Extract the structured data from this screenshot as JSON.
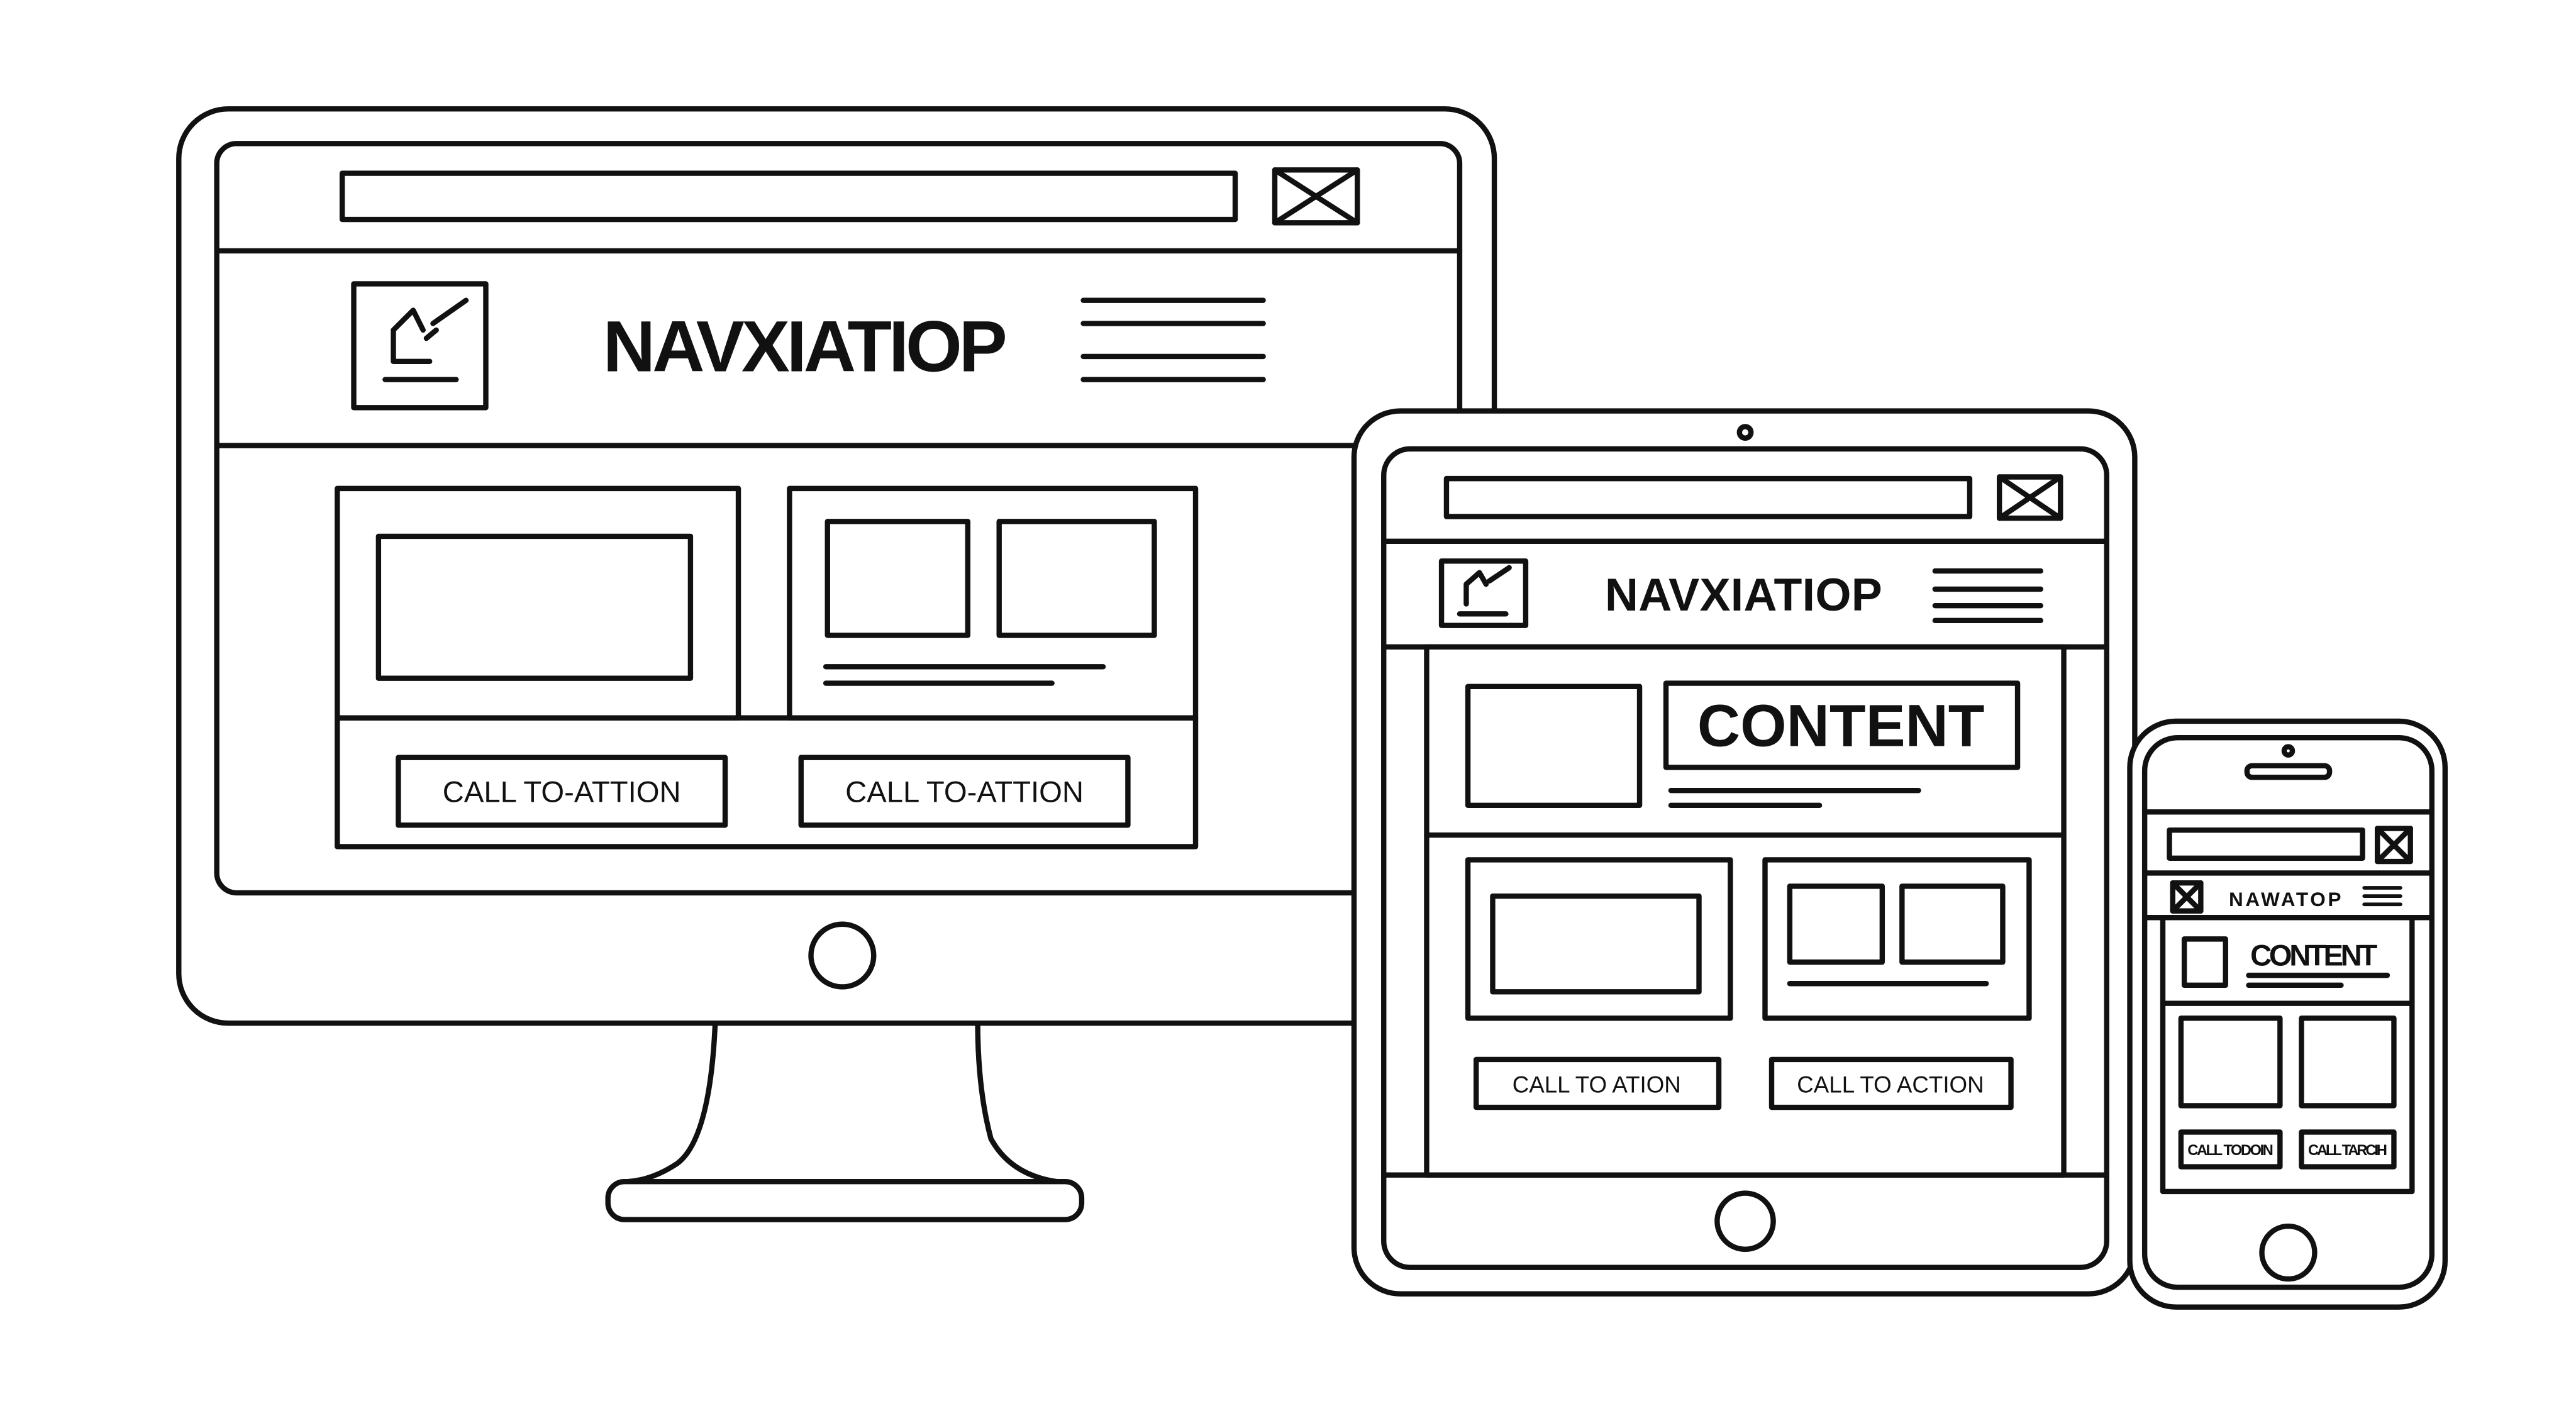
{
  "colors": {
    "ink": "#111111",
    "background": "#ffffff"
  },
  "desktop": {
    "nav_title": "NAVXIATIOP",
    "buttons": [
      "CALL TO-ATTION",
      "CALL TO-ATTION"
    ]
  },
  "tablet": {
    "nav_title": "NAVXIATIOP",
    "content_label": "CONTENT",
    "buttons": [
      "CALL TO ATION",
      "CALL TO ACTION"
    ]
  },
  "phone": {
    "nav_title": "NAWATOP",
    "content_label": "CONTENT",
    "buttons": [
      "CALL TODOIN",
      "CALL TARCIH"
    ]
  },
  "icons": [
    "close-box-icon",
    "logo-edit-icon",
    "hamburger-menu-icon",
    "home-button-icon",
    "camera-icon",
    "speaker-icon"
  ]
}
